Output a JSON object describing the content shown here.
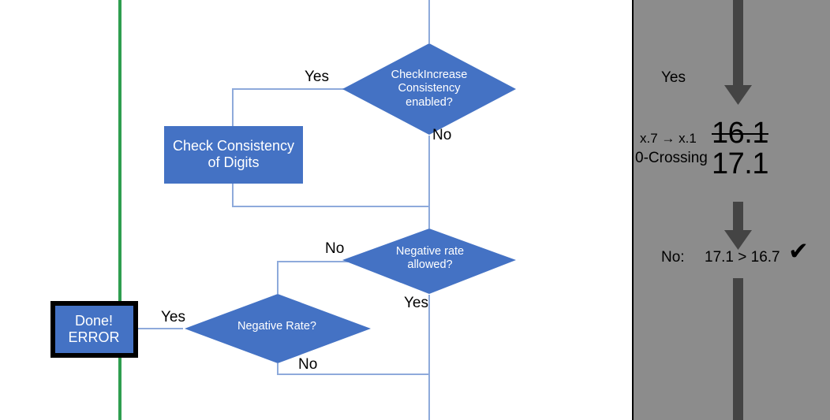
{
  "theme": {
    "node_fill": "#4472C4",
    "connector": "#8EAADB",
    "green_line": "#2E9E4F",
    "panel_bg": "#8C8C8C",
    "arrow": "#444444",
    "node_text": "#FFFFFF",
    "label_text": "#000000"
  },
  "flowchart": {
    "nodes": [
      {
        "id": "check-increase-consistency",
        "shape": "diamond",
        "text": "CheckIncrease\nConsistency\nenabled?"
      },
      {
        "id": "check-consistency-of-digits",
        "shape": "process",
        "text": "Check Consistency\nof Digits"
      },
      {
        "id": "negative-rate-allowed",
        "shape": "diamond",
        "text": "Negative rate\nallowed?"
      },
      {
        "id": "negative-rate",
        "shape": "diamond",
        "text": "Negative Rate?"
      },
      {
        "id": "done-error",
        "shape": "terminator",
        "text": "Done!\nERROR",
        "line1": "Done!",
        "line2": "ERROR"
      }
    ],
    "edge_labels": [
      {
        "id": "yes-check-increase",
        "text": "Yes"
      },
      {
        "id": "no-check-increase",
        "text": "No"
      },
      {
        "id": "no-negative-rate-allowed",
        "text": "No"
      },
      {
        "id": "yes-negative-rate-allowed",
        "text": "Yes"
      },
      {
        "id": "yes-negative-rate",
        "text": "Yes"
      },
      {
        "id": "no-negative-rate",
        "text": "No"
      }
    ]
  },
  "panel": {
    "yes_label": "Yes",
    "row1_label": "x.7 → x.1",
    "row2_label": "0-Crossing",
    "value_struck": "16.1",
    "value_current": "17.1",
    "no_label": "No:",
    "comparison": "17.1 > 16.7",
    "check_mark": "✔"
  }
}
